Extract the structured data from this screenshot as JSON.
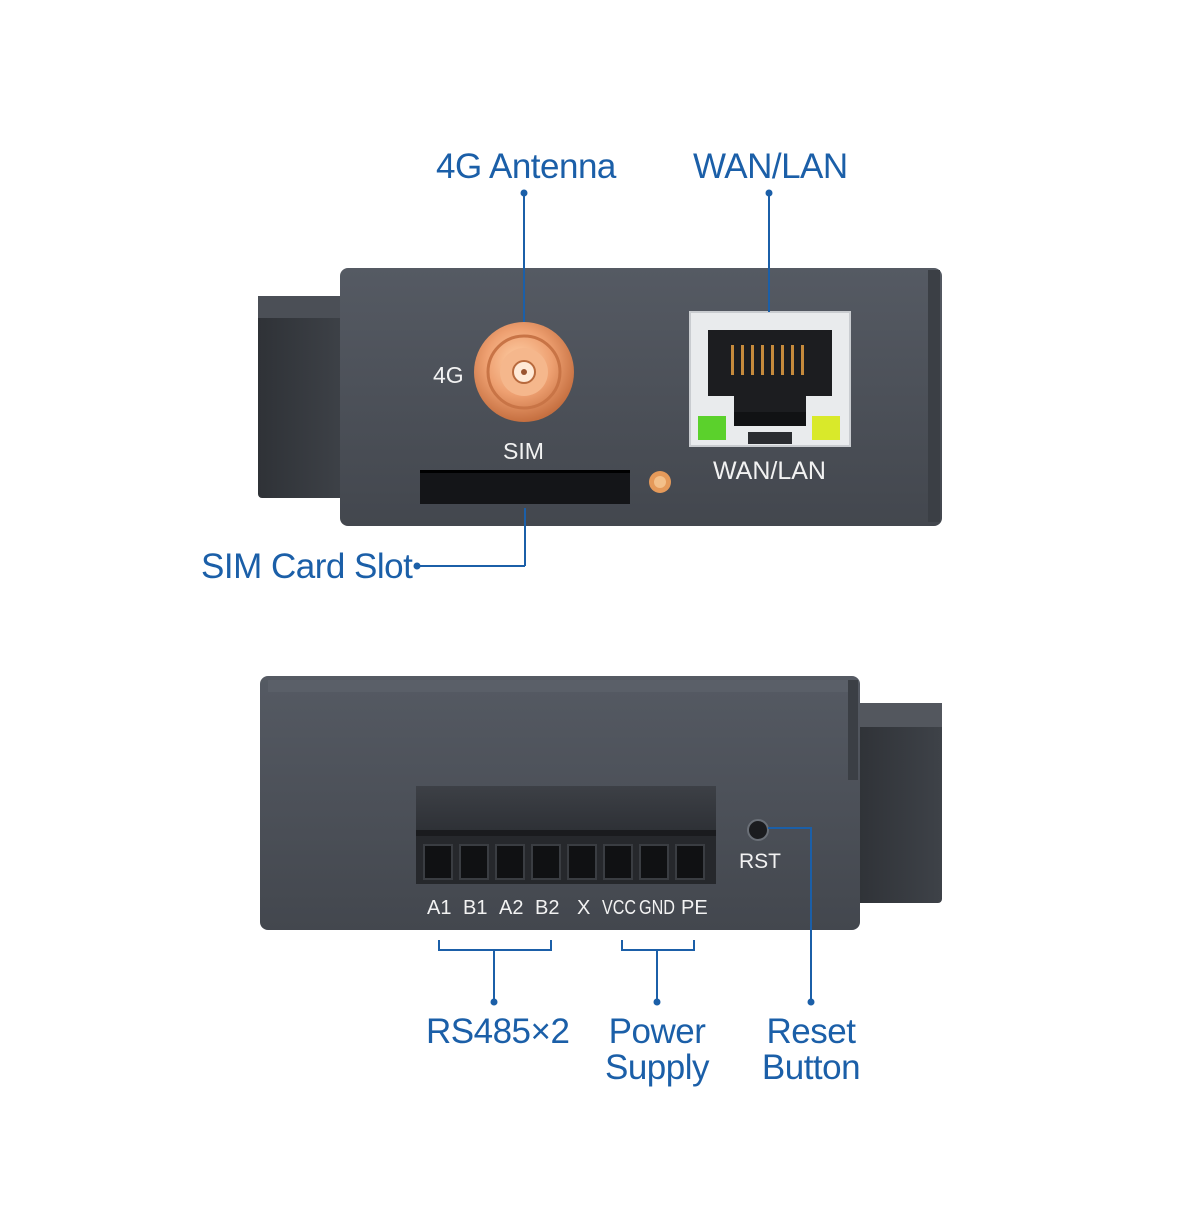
{
  "callouts": {
    "antenna": "4G Antenna",
    "wan_lan": "WAN/LAN",
    "sim_slot": "SIM Card Slot",
    "rs485": "RS485×2",
    "power_line1": "Power",
    "power_line2": "Supply",
    "reset_line1": "Reset",
    "reset_line2": "Button"
  },
  "device_print": {
    "antenna_label": "4G",
    "sim_label": "SIM",
    "port_label": "WAN/LAN",
    "reset_label": "RST",
    "terminals": [
      "A1",
      "B1",
      "A2",
      "B2",
      "X",
      "VCC",
      "GND",
      "PE"
    ]
  },
  "colors": {
    "callout_blue": "#1b5fa8",
    "housing": "#4a4f57",
    "antenna_gold": "#e59a6a",
    "led_green": "#5bd12c",
    "led_yellow": "#d9e92a"
  },
  "icons": {
    "antenna": "sma-connector-icon",
    "ethernet": "rj45-port-icon",
    "reset": "reset-pinhole-icon"
  }
}
